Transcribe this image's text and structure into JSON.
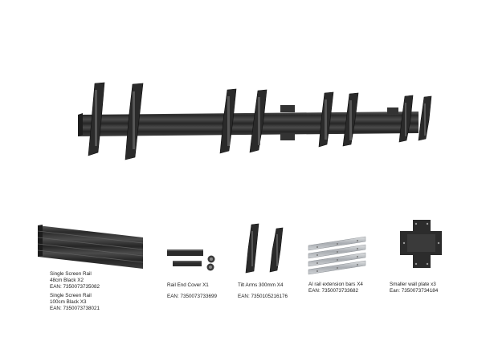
{
  "products": [
    {
      "id": "single-screen-rail",
      "lines": [
        "Single Screen Rail",
        "48cm Black X2",
        "EAN: 7350073735082",
        "Single Screen Rail",
        "100cm Black X3",
        "EAN: 7350073738021"
      ]
    },
    {
      "id": "rail-end-cover",
      "lines": [
        "Rail End Cover X1",
        "EAN: 7350073733699"
      ]
    },
    {
      "id": "tilt-arms",
      "lines": [
        "Tilt Arms 300mm X4",
        "EAN: 7350105216176"
      ]
    },
    {
      "id": "extension-bars",
      "lines": [
        "Al rail extension bars X4",
        "EAN: 7350073733682"
      ]
    },
    {
      "id": "wall-plate",
      "lines": [
        "Smaller wall plate x3",
        "Ean:  7350073734184"
      ]
    }
  ],
  "colors": {
    "metal_dark": "#2b2b2b",
    "metal_mid": "#4a4a4a",
    "aluminium": "#b9bcc0"
  }
}
